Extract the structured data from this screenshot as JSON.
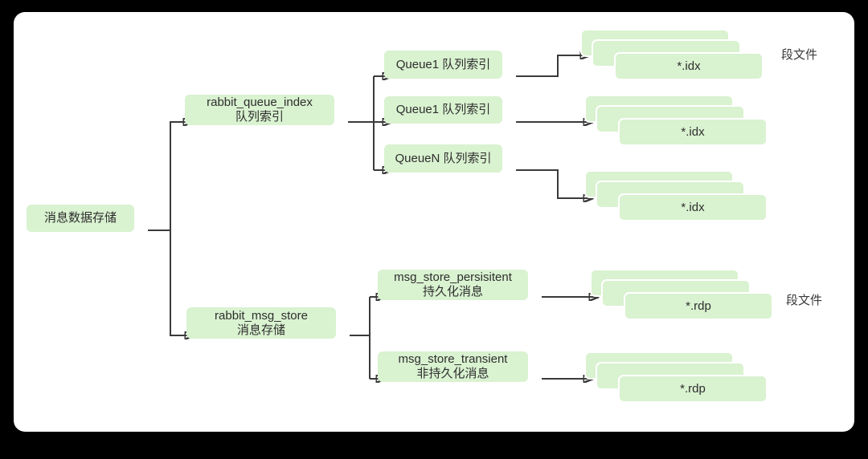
{
  "diagram": {
    "root": {
      "label": "消息数据存储"
    },
    "branches": [
      {
        "title": "rabbit_queue_index",
        "subtitle": "队列索引"
      },
      {
        "title": "rabbit_msg_store",
        "subtitle": "消息存储"
      }
    ],
    "queue_nodes": [
      {
        "label": "Queue1 队列索引"
      },
      {
        "label": "Queue1 队列索引"
      },
      {
        "label": "QueueN 队列索引"
      }
    ],
    "store_nodes": [
      {
        "title": "msg_store_persisitent",
        "subtitle": "持久化消息"
      },
      {
        "title": "msg_store_transient",
        "subtitle": "非持久化消息"
      }
    ],
    "file_stacks": [
      {
        "label": "*.idx"
      },
      {
        "label": "*.idx"
      },
      {
        "label": "*.idx"
      },
      {
        "label": "*.rdp"
      },
      {
        "label": "*.rdp"
      }
    ],
    "annotations": [
      {
        "label": "段文件"
      },
      {
        "label": "段文件"
      }
    ],
    "colors": {
      "node_fill": "#d9f2d0",
      "connector": "#3a3a3a",
      "text": "#2e2e2e",
      "panel_bg": "#ffffff",
      "page_bg": "#000000"
    }
  }
}
